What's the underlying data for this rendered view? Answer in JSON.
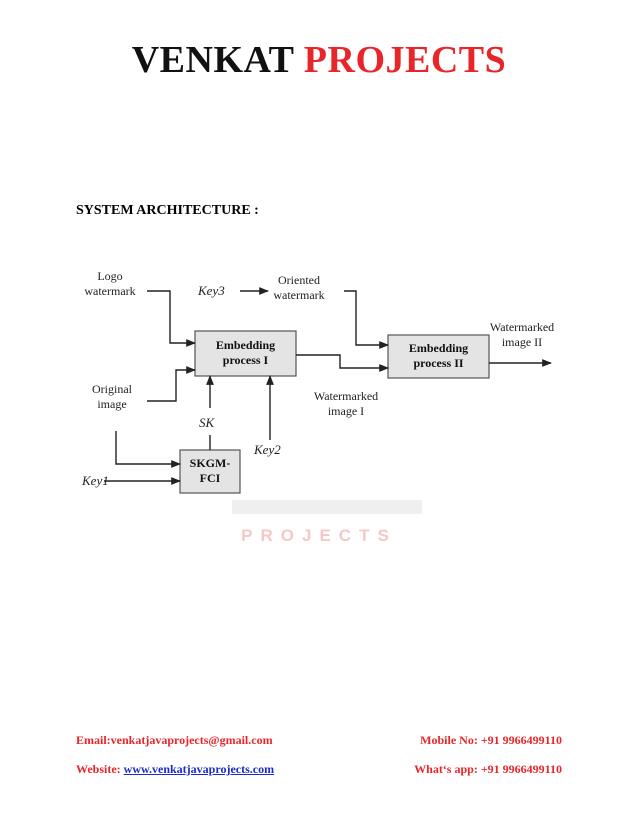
{
  "header": {
    "title_part1": "VENKAT",
    "title_part2": "PROJECTS"
  },
  "section": {
    "title": "SYSTEM ARCHITECTURE :"
  },
  "diagram": {
    "logo_line1": "Logo",
    "logo_line2": "watermark",
    "key3": "Key3",
    "oriented_line1": "Oriented",
    "oriented_line2": "watermark",
    "watermarked2_line1": "Watermarked",
    "watermarked2_line2": "image II",
    "embed1_line1": "Embedding",
    "embed1_line2": "process I",
    "embed2_line1": "Embedding",
    "embed2_line2": "process II",
    "original_line1": "Original",
    "original_line2": "image",
    "watermarked1_line1": "Watermarked",
    "watermarked1_line2": "image I",
    "sk": "SK",
    "key2": "Key2",
    "skgm_line1": "SKGM-",
    "skgm_line2": "FCI",
    "key1": "Key1"
  },
  "watermark_text": "PROJECTS",
  "footer": {
    "email": "Email:venkatjavaprojects@gmail.com",
    "mobile": "Mobile No: +91 9966499110",
    "website_label": "Website: ",
    "website_link": "www.venkatjavaprojects.com",
    "whatsapp": "What‘s app: +91 9966499110"
  }
}
